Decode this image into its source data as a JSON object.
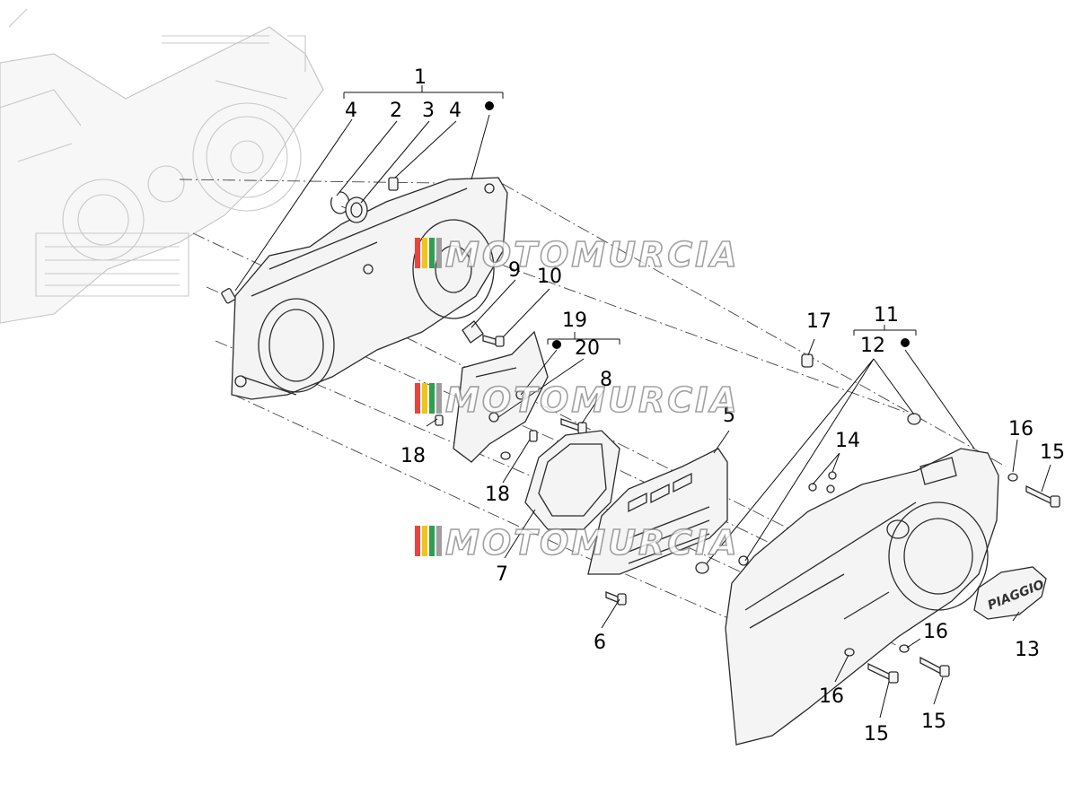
{
  "watermark": {
    "text": "MOTOMURCIA",
    "stripe_colors": [
      "#e8453c",
      "#f0c419",
      "#2e9e4f",
      "#9e9e9e"
    ]
  },
  "callouts": {
    "c1": "1",
    "c2": "2",
    "c3": "3",
    "c4a": "4",
    "c4b": "4",
    "c5": "5",
    "c6": "6",
    "c7": "7",
    "c8": "8",
    "c9": "9",
    "c10": "10",
    "c11": "11",
    "c12": "12",
    "c13": "13",
    "c14": "14",
    "c15a": "15",
    "c15b": "15",
    "c15c": "15",
    "c16a": "16",
    "c16b": "16",
    "c16c": "16",
    "c17": "17",
    "c18a": "18",
    "c18b": "18",
    "c19": "19",
    "c20": "20"
  },
  "badge": {
    "text": "PIAGGIO"
  }
}
